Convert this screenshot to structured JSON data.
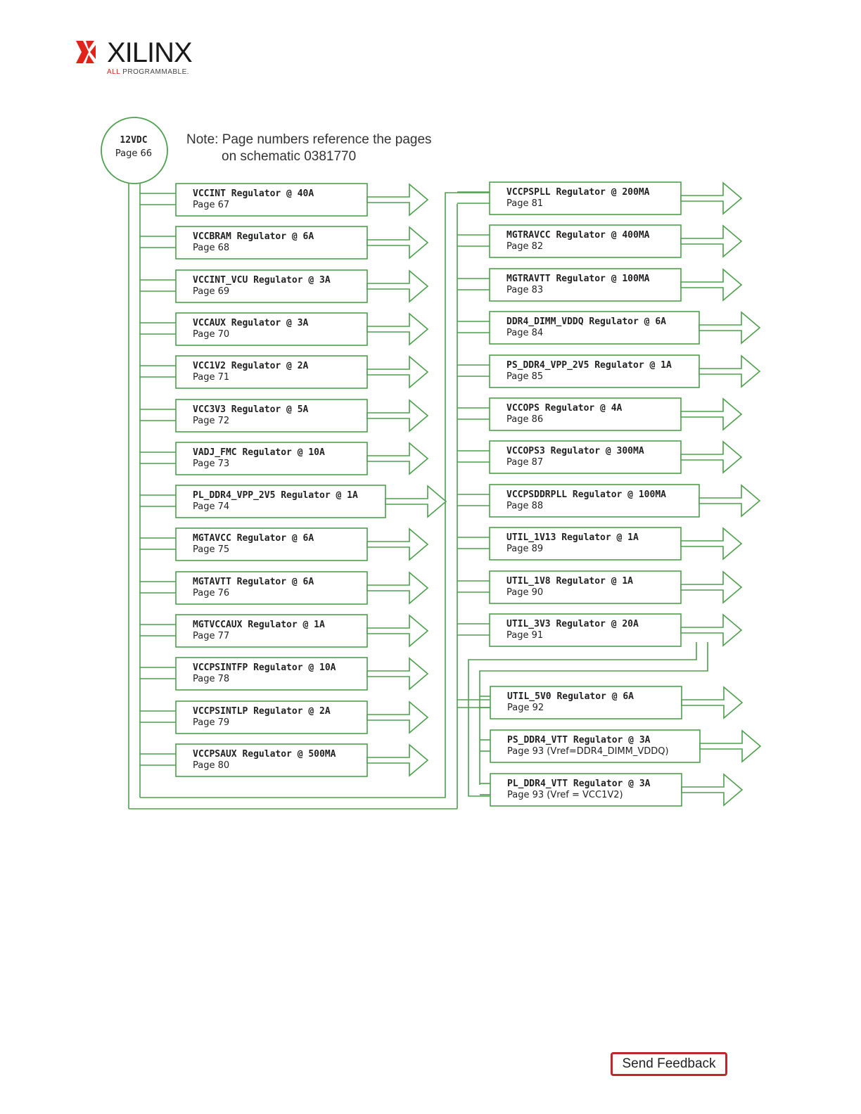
{
  "header": {
    "brand": "XILINX",
    "tagline_accent": "ALL",
    "tagline_rest": " PROGRAMMABLE."
  },
  "colors": {
    "line": "#4e9f4e",
    "brand_red": "#e2231a",
    "feedback_border": "#c0272d"
  },
  "diagram": {
    "source": {
      "line1": "12VDC",
      "line2": "Page 66"
    },
    "note_line1": "Note: Page numbers reference the pages",
    "note_line2": "on schematic 0381770",
    "left_column": [
      {
        "name": "VCCINT Regulator @ 40A",
        "page": "Page 67"
      },
      {
        "name": "VCCBRAM Regulator @ 6A",
        "page": "Page 68"
      },
      {
        "name": "VCCINT_VCU Regulator @ 3A",
        "page": "Page 69"
      },
      {
        "name": "VCCAUX Regulator @ 3A",
        "page": "Page 70"
      },
      {
        "name": "VCC1V2 Regulator @ 2A",
        "page": "Page 71"
      },
      {
        "name": "VCC3V3 Regulator @ 5A",
        "page": "Page 72"
      },
      {
        "name": "VADJ_FMC Regulator @ 10A",
        "page": "Page 73"
      },
      {
        "name": "PL_DDR4_VPP_2V5 Regulator @ 1A",
        "page": "Page 74"
      },
      {
        "name": "MGTAVCC Regulator @ 6A",
        "page": "Page 75"
      },
      {
        "name": "MGTAVTT Regulator @ 6A",
        "page": "Page 76"
      },
      {
        "name": "MGTVCCAUX Regulator @ 1A",
        "page": "Page 77"
      },
      {
        "name": "VCCPSINTFP Regulator @ 10A",
        "page": "Page 78"
      },
      {
        "name": "VCCPSINTLP Regulator @ 2A",
        "page": "Page 79"
      },
      {
        "name": "VCCPSAUX Regulator @ 500MA",
        "page": "Page 80"
      }
    ],
    "right_column": [
      {
        "name": "VCCPSPLL Regulator @ 200MA",
        "page": "Page 81"
      },
      {
        "name": "MGTRAVCC Regulator @ 400MA",
        "page": "Page 82"
      },
      {
        "name": "MGTRAVTT Regulator @ 100MA",
        "page": "Page 83"
      },
      {
        "name": "DDR4_DIMM_VDDQ Regulator @ 6A",
        "page": "Page 84"
      },
      {
        "name": "PS_DDR4_VPP_2V5 Regulator @ 1A",
        "page": "Page 85"
      },
      {
        "name": "VCCOPS Regulator @ 4A",
        "page": "Page 86"
      },
      {
        "name": "VCCOPS3 Regulator @ 300MA",
        "page": "Page 87"
      },
      {
        "name": "VCCPSDDRPLL Regulator @ 100MA",
        "page": "Page 88"
      },
      {
        "name": "UTIL_1V13 Regulator @ 1A",
        "page": "Page 89"
      },
      {
        "name": "UTIL_1V8 Regulator @ 1A",
        "page": "Page 90"
      },
      {
        "name": "UTIL_3V3 Regulator @ 20A",
        "page": "Page 91"
      }
    ],
    "sub_column": [
      {
        "name": "UTIL_5V0 Regulator @ 6A",
        "page": "Page 92"
      },
      {
        "name": "PS_DDR4_VTT Regulator @ 3A",
        "page": "Page 93 (Vref=DDR4_DIMM_VDDQ)"
      },
      {
        "name": "PL_DDR4_VTT Regulator @ 3A",
        "page": "Page 93 (Vref = VCC1V2)"
      }
    ]
  },
  "footer": {
    "feedback_label": "Send Feedback"
  }
}
